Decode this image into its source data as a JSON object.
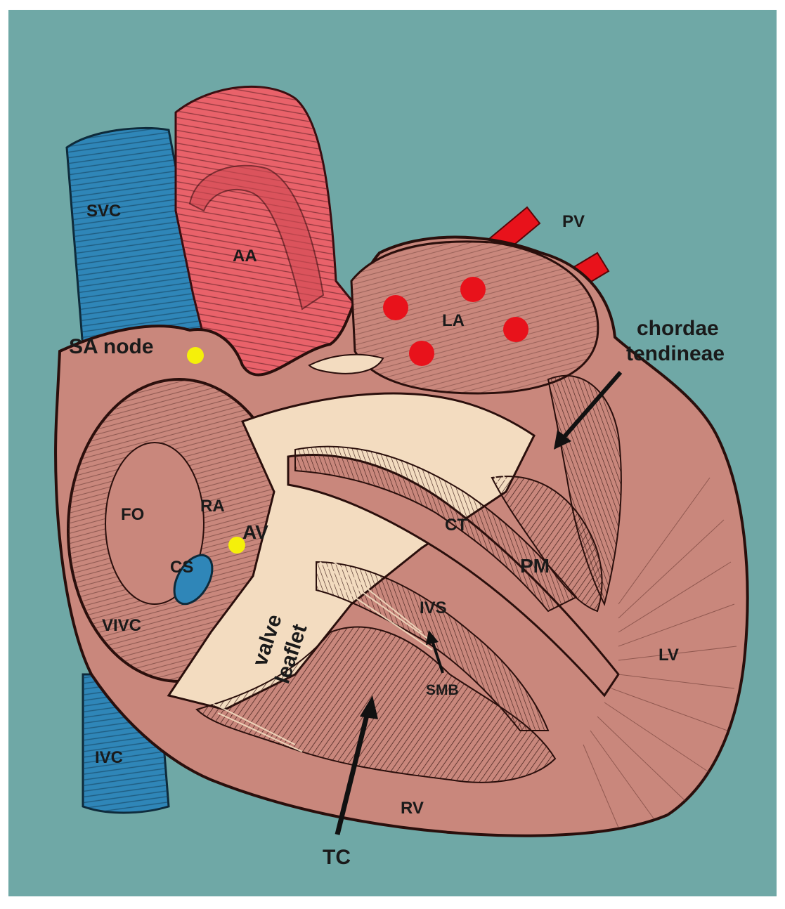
{
  "colors": {
    "background": "#6fa8a6",
    "frame": "#ffffff",
    "vena_cava": "#2f86b8",
    "aorta": "#e9626a",
    "muscle": "#c9877c",
    "chamber_lining": "#f3dcc0",
    "pulmonary_vein": "#e8121b",
    "node_dot": "#f5f00a",
    "hatching": "#3a1a16",
    "label": "#1a1a1a"
  },
  "labels": {
    "svc": "SVC",
    "aa": "AA",
    "pv": "PV",
    "la": "LA",
    "sa_node": "SA node",
    "chordae_line1": "chordae",
    "chordae_line2": "tendineae",
    "fo": "FO",
    "ra": "RA",
    "av": "AV",
    "cs": "CS",
    "ct": "CT",
    "pm": "PM",
    "vivc": "VIVC",
    "ivs": "IVS",
    "valve_line1": "valve",
    "valve_line2": "leaflet",
    "smb": "SMB",
    "lv": "LV",
    "ivc": "IVC",
    "rv": "RV",
    "tc": "TC"
  },
  "markers": {
    "red_dots": 4,
    "yellow_dots": 2
  }
}
